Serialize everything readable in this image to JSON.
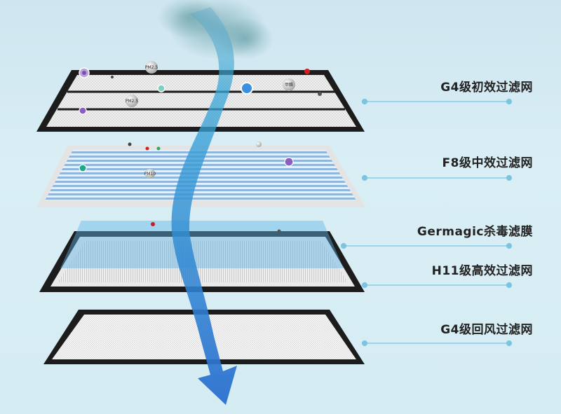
{
  "layers": [
    {
      "name": "G4级初效过滤网"
    },
    {
      "name": "F8级中效过滤网"
    },
    {
      "name": "Germagic杀毒滤膜"
    },
    {
      "name": "H11级高效过滤网"
    },
    {
      "name": "G4级回风过滤网"
    }
  ],
  "particles": {
    "pm25_a": "PM2.5",
    "pm25_b": "PM2.5",
    "formaldehyde": "甲醛",
    "pm10": "PM10"
  },
  "colors": {
    "background": "#d3eaf2",
    "airflow": "#3a8fd6",
    "frame": "#1c1c1c",
    "leader_line": "#6fc3e0"
  }
}
